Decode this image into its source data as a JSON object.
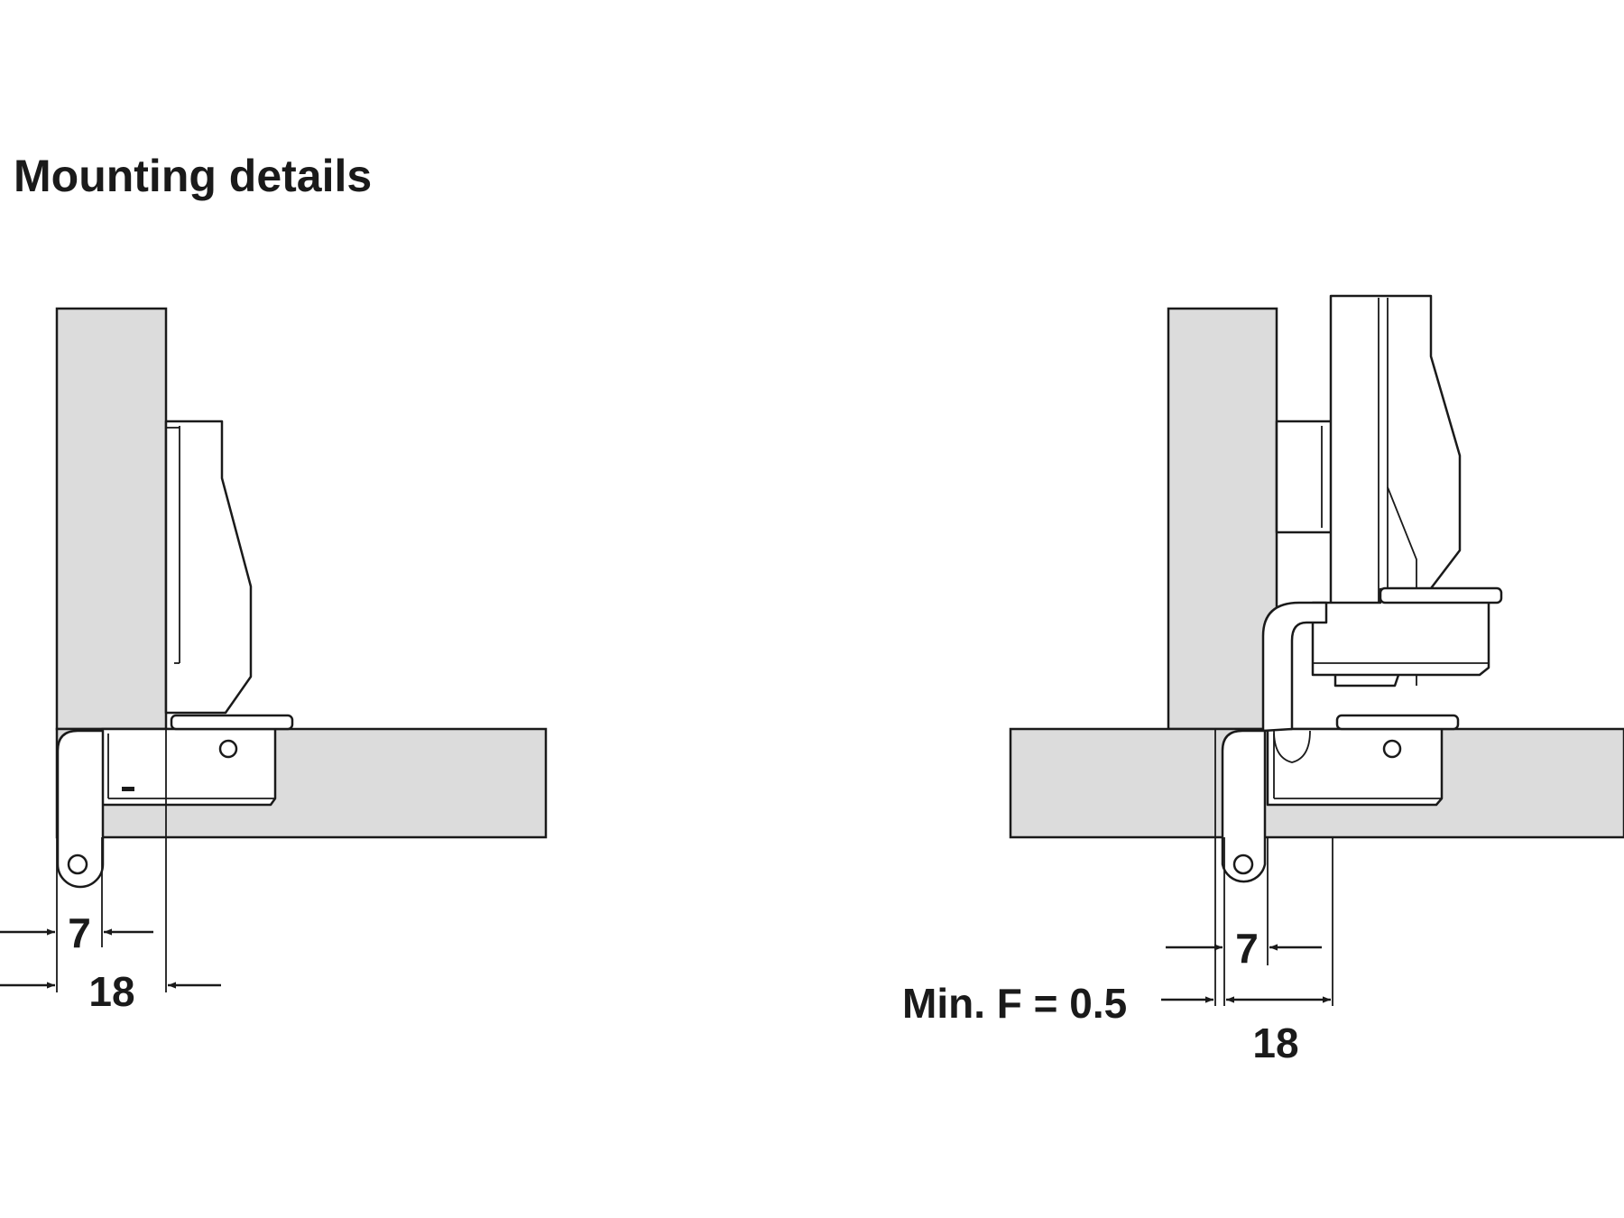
{
  "title": "Mounting details",
  "colors": {
    "panel": "#dcdcdc",
    "line": "#1a1a1a",
    "background": "#ffffff"
  },
  "left_detail": {
    "dim_small": "7",
    "dim_large": "18"
  },
  "right_detail": {
    "dim_small": "7",
    "dim_large": "18",
    "min_f_label": "Min. F = 0.5"
  }
}
